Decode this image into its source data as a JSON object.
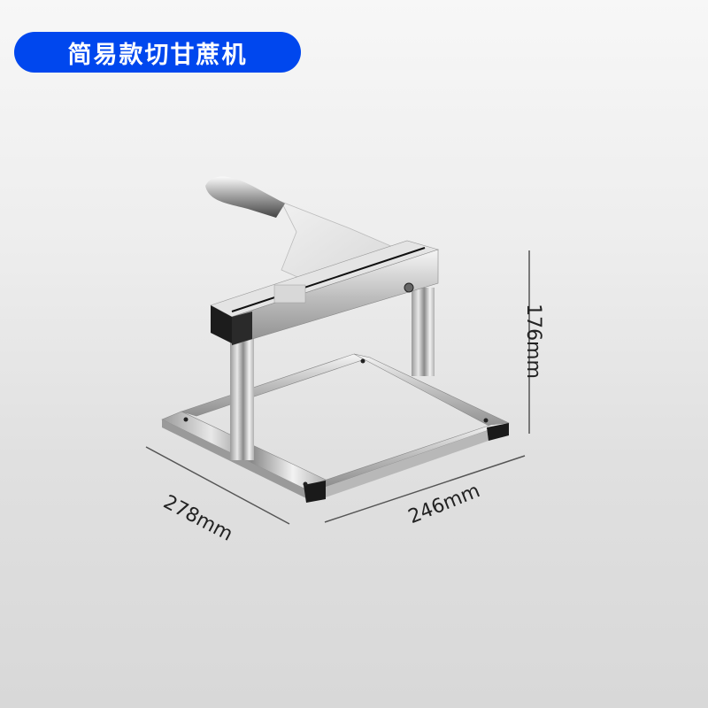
{
  "title": {
    "text": "简易款切甘蔗机",
    "background_color": "#0047ee",
    "text_color": "#ffffff"
  },
  "product": {
    "name": "sugarcane-cutter",
    "description": "stainless steel frame with cleaver blade"
  },
  "dimensions": {
    "height": "176mm",
    "depth": "278mm",
    "width": "246mm"
  }
}
